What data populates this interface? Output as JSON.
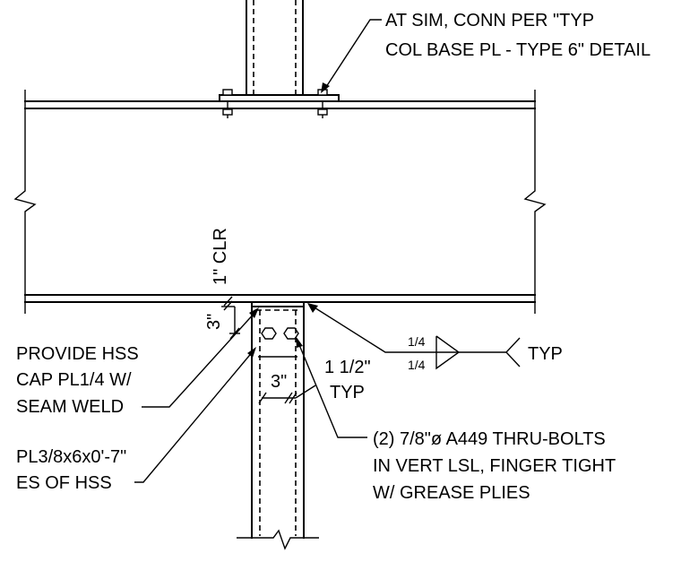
{
  "callouts": {
    "at_sim_line1": "AT SIM, CONN PER \"TYP",
    "at_sim_line2": "COL BASE PL - TYPE 6\" DETAIL",
    "clr": "1\" CLR",
    "dim_3_vert": "3\"",
    "dim_3_horiz": "3\"",
    "edge_dist": "1 1/2\"",
    "edge_typ": "TYP",
    "hss_cap_line1": "PROVIDE HSS",
    "hss_cap_line2": "CAP PL1/4 W/",
    "hss_cap_line3": "SEAM WELD",
    "pl_line1": "PL3/8x6x0'-7\"",
    "pl_line2": "ES OF HSS",
    "bolts_line1": "(2) 7/8\"ø A449 THRU-BOLTS",
    "bolts_line2": "IN VERT LSL, FINGER TIGHT",
    "bolts_line3": "W/ GREASE PLIES"
  },
  "weld_symbol": {
    "size_top": "1/4",
    "size_bottom": "1/4",
    "tail": "TYP"
  }
}
